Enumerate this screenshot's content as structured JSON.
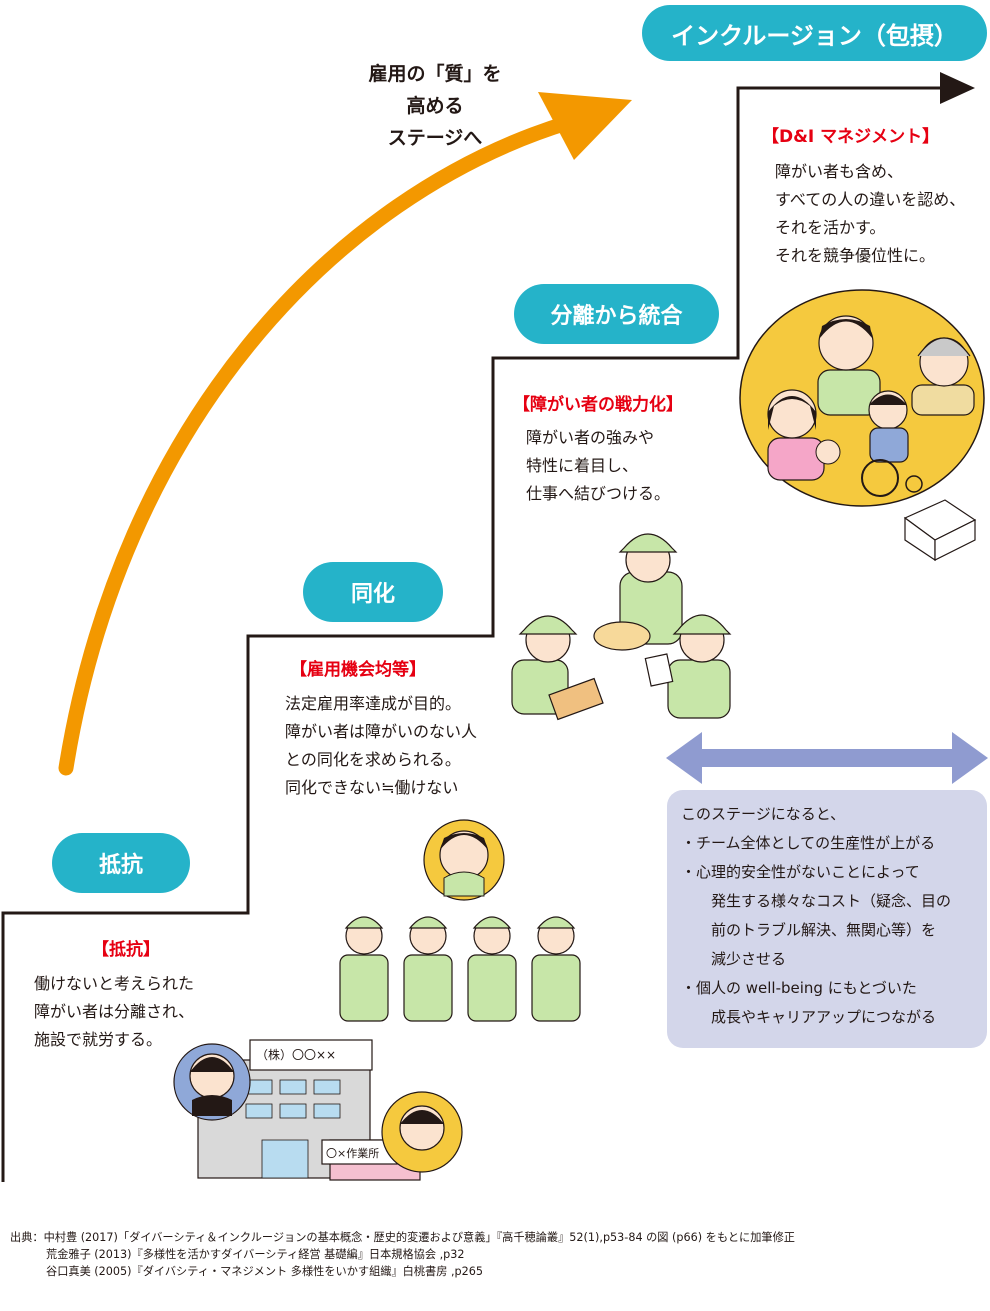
{
  "top_label": "インクルージョン（包摂）",
  "goal_text": [
    "雇用の「質」を",
    "高める",
    "ステージへ"
  ],
  "stages": {
    "resist": {
      "pill": "抵抗",
      "heading": "【抵抗】",
      "lines": [
        "働けないと考えられた",
        "障がい者は分離され、",
        "施設で就労する。"
      ]
    },
    "assimilation": {
      "pill": "同化",
      "heading": "【雇用機会均等】",
      "lines": [
        "法定雇用率達成が目的。",
        "障がい者は障がいのない人",
        "との同化を求められる。",
        "同化できない≒働けない"
      ]
    },
    "integration": {
      "pill": "分離から統合",
      "heading": "【障がい者の戦力化】",
      "lines": [
        "障がい者の強みや",
        "特性に着目し、",
        "仕事へ結びつける。"
      ]
    },
    "inclusion": {
      "heading": "【D&I マネジメント】",
      "lines": [
        "障がい者も含め、",
        "すべての人の違いを認め、",
        "それを活かす。",
        "それを競争優位性に。"
      ]
    }
  },
  "benefits": {
    "intro": "このステージになると、",
    "item1": "・チーム全体としての生産性が上がる",
    "item2_l1": "・心理的安全性がないことによって",
    "item2_l2": "発生する様々なコスト（疑念、目の",
    "item2_l3": "前のトラブル解決、無関心等）を",
    "item2_l4": "減少させる",
    "item3_l1": "・個人の well-being にもとづいた",
    "item3_l2": "成長やキャリアアップにつながる"
  },
  "illustration_text": {
    "company_sign": "（株）〇〇××",
    "workshop_sign": "〇×作業所"
  },
  "source": {
    "label": "出典：",
    "line1": "中村豊 (2017)「ダイバーシティ＆インクルージョンの基本概念・歴史的変遷および意義」『高千穂論叢』52(1),p53-84 の図 (p66) をもとに加筆修正",
    "line2": "荒金雅子 (2013)『多様性を活かすダイバーシティ経営 基礎編』日本規格協会 ,p32",
    "line3": "谷口真美 (2005)『ダイバシティ・マネジメント 多様性をいかす組織』白桃書房 ,p265"
  },
  "colors": {
    "pill": "#25b3c9",
    "heading_red": "#e60012",
    "orange_arrow": "#f39800",
    "benefit_box": "#d3d6ea",
    "double_arrow": "#8f9bd0",
    "uniform": "#c7e6a8",
    "circle_yellow": "#f5c93e"
  }
}
